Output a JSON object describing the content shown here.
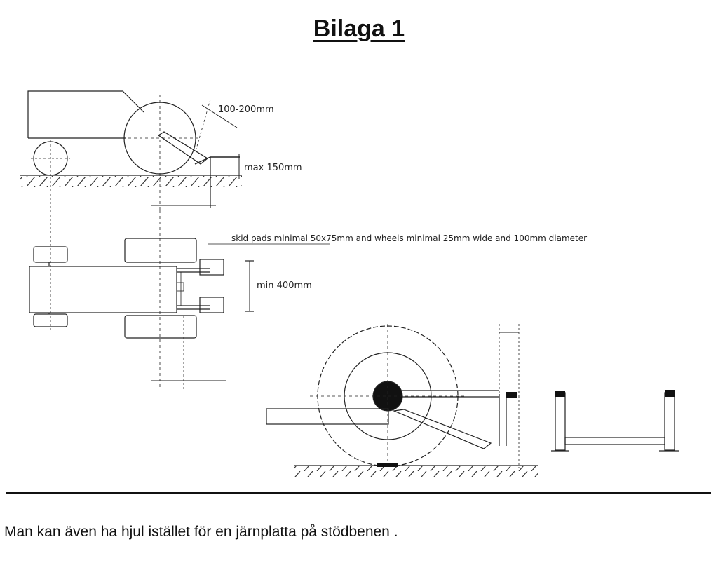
{
  "header": {
    "title": "Bilaga 1"
  },
  "diagram": {
    "side_view": {
      "label_offset": "100-200mm",
      "label_height": "max 150mm"
    },
    "top_view": {
      "label_skid": "skid pads minimal 50x75mm and wheels minimal 25mm wide and 100mm diameter",
      "label_width": "min  400mm"
    }
  },
  "footer": {
    "note": "Man kan även ha hjul istället för en järnplatta på stödbenen ."
  }
}
